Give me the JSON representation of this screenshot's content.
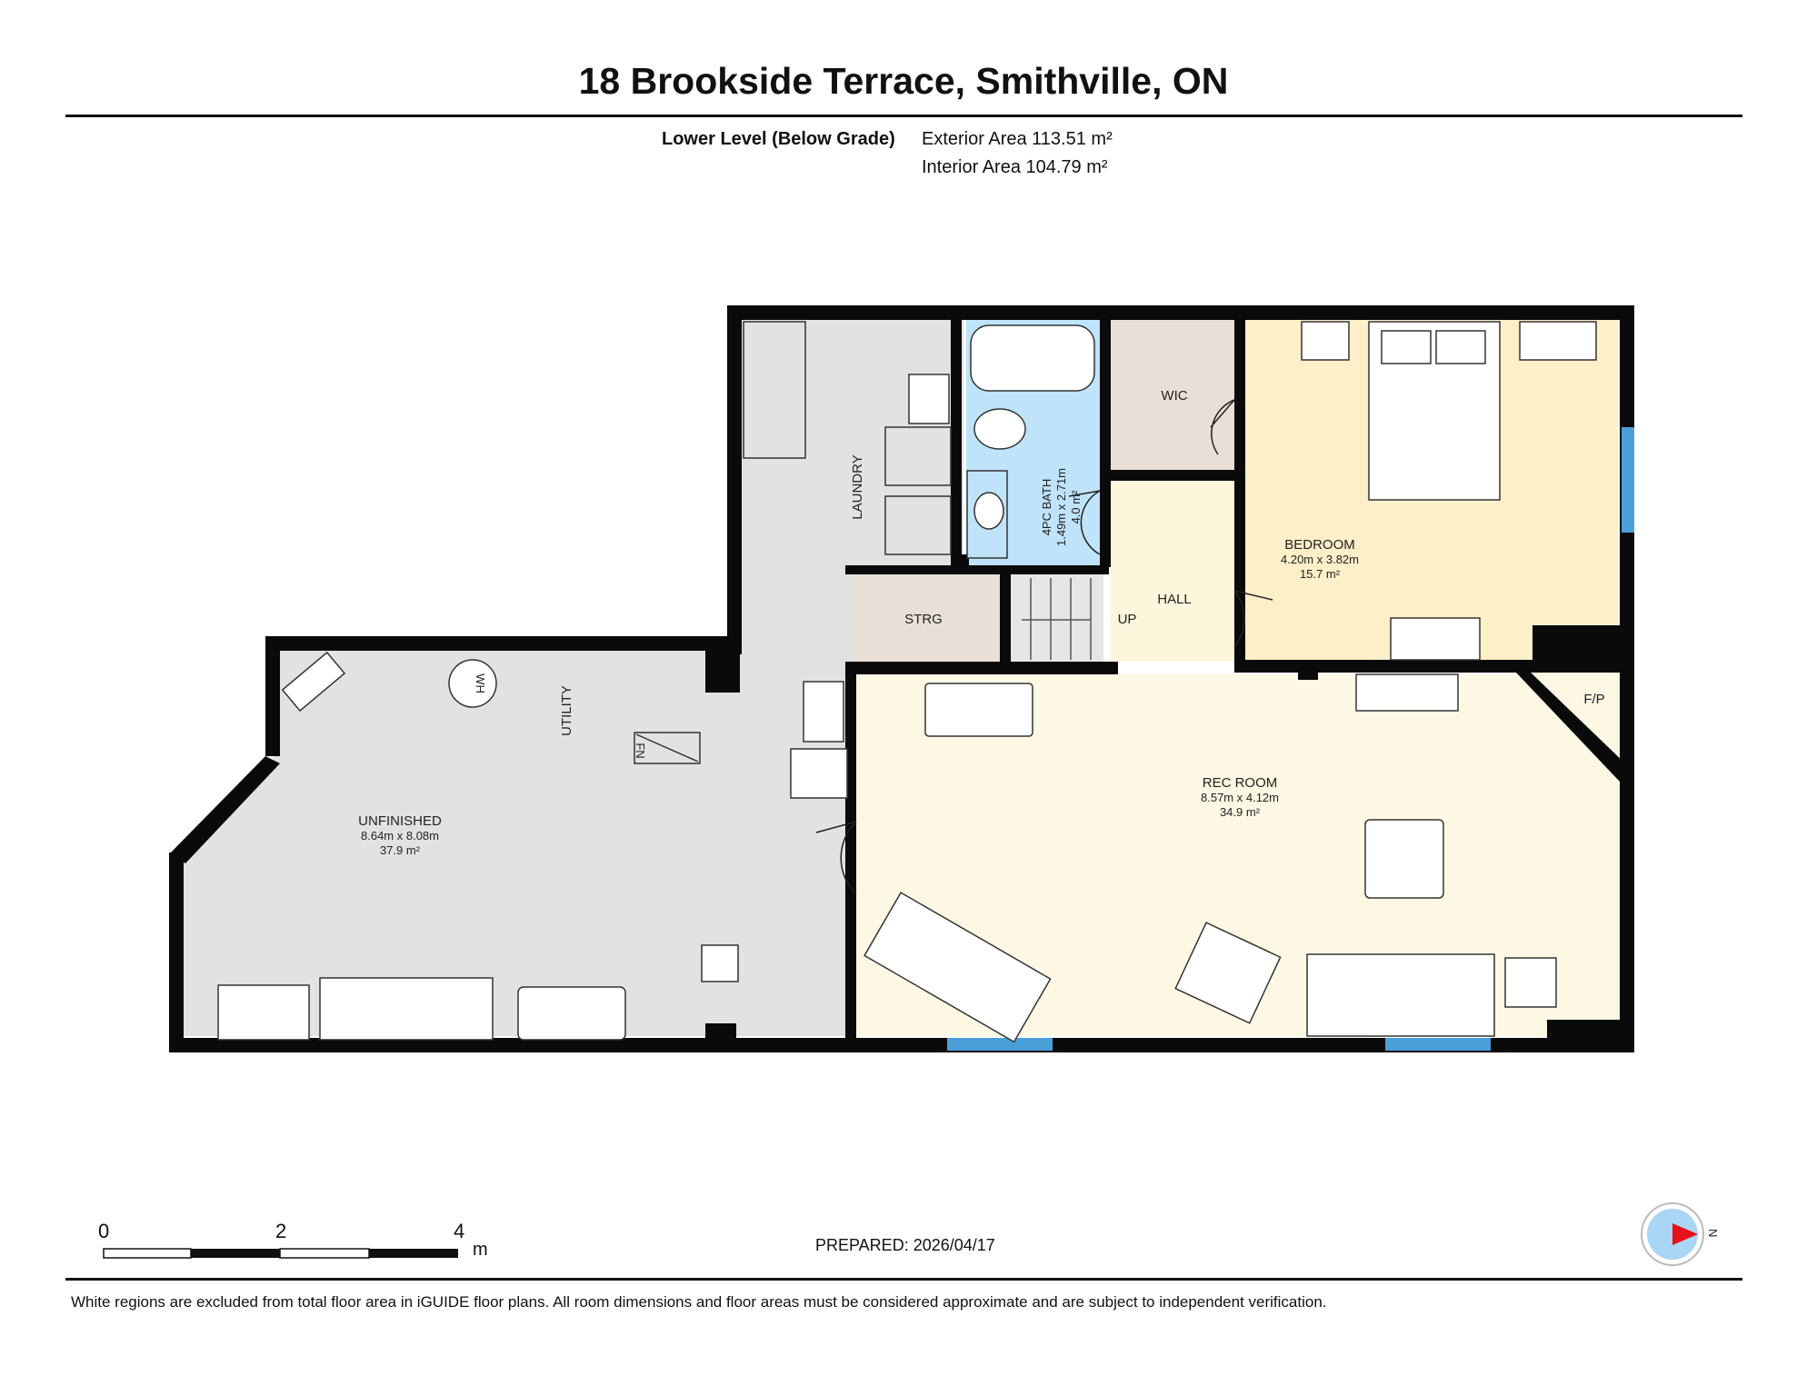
{
  "title": "18 Brookside Terrace, Smithville, ON",
  "level": {
    "name": "Lower Level (Below Grade)",
    "exterior": "Exterior Area 113.51 m²",
    "interior": "Interior Area 104.79 m²"
  },
  "rooms": {
    "unfinished": {
      "name": "UNFINISHED",
      "dims": "8.64m x 8.08m",
      "area": "37.9 m²"
    },
    "utility": {
      "name": "UTILITY"
    },
    "laundry": {
      "name": "LAUNDRY"
    },
    "bath": {
      "name": "4PC BATH",
      "dims": "1.49m x 2.71m",
      "area": "4.0 m²"
    },
    "wic": {
      "name": "WIC"
    },
    "bedroom": {
      "name": "BEDROOM",
      "dims": "4.20m x 3.82m",
      "area": "15.7 m²"
    },
    "strg": {
      "name": "STRG"
    },
    "hall": {
      "name": "HALL"
    },
    "stairs": {
      "name": "UP"
    },
    "rec": {
      "name": "REC ROOM",
      "dims": "8.57m x 4.12m",
      "area": "34.9 m²"
    },
    "fp": {
      "name": "F/P"
    }
  },
  "fixtures": {
    "water_heater": "WH",
    "furnace": "FN"
  },
  "scale": {
    "ticks": [
      "0",
      "2",
      "4"
    ],
    "unit": "m"
  },
  "compass": {
    "label": "N"
  },
  "prepared": "PREPARED: 2026/04/17",
  "footer": "White regions are excluded from total floor area in iGUIDE floor plans. All room dimensions and floor areas must be considered approximate and are subject to independent verification.",
  "colors": {
    "wall": "#0a0a0a",
    "unfinished": "#e2e2e2",
    "bath": "#bfe3f8",
    "wic": "#e8e0d6",
    "bedroom": "#fdefc8",
    "hall": "#fdf6dc",
    "rec": "#fdf8e4",
    "strg": "#e8e0d6",
    "window": "#4a9fd8",
    "compass_red": "#e8101c",
    "compass_blue": "#a9d6f5"
  }
}
